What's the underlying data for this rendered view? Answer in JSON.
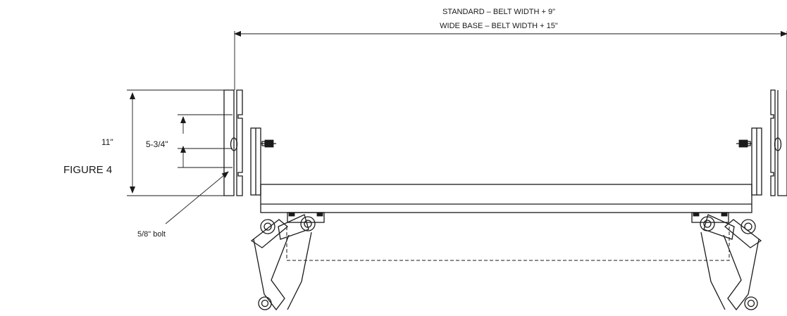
{
  "figure_label": "FIGURE 4",
  "overall_width": {
    "line1": "STANDARD – BELT WIDTH + 9\"",
    "line2": "WIDE BASE – BELT WIDTH + 15\""
  },
  "dimensions": {
    "height": "11\"",
    "slot_spacing": "5-3/4\""
  },
  "callouts": {
    "bolt": "5/8\" bolt"
  },
  "colors": {
    "line": "#1a1a1a",
    "background": "#ffffff"
  }
}
